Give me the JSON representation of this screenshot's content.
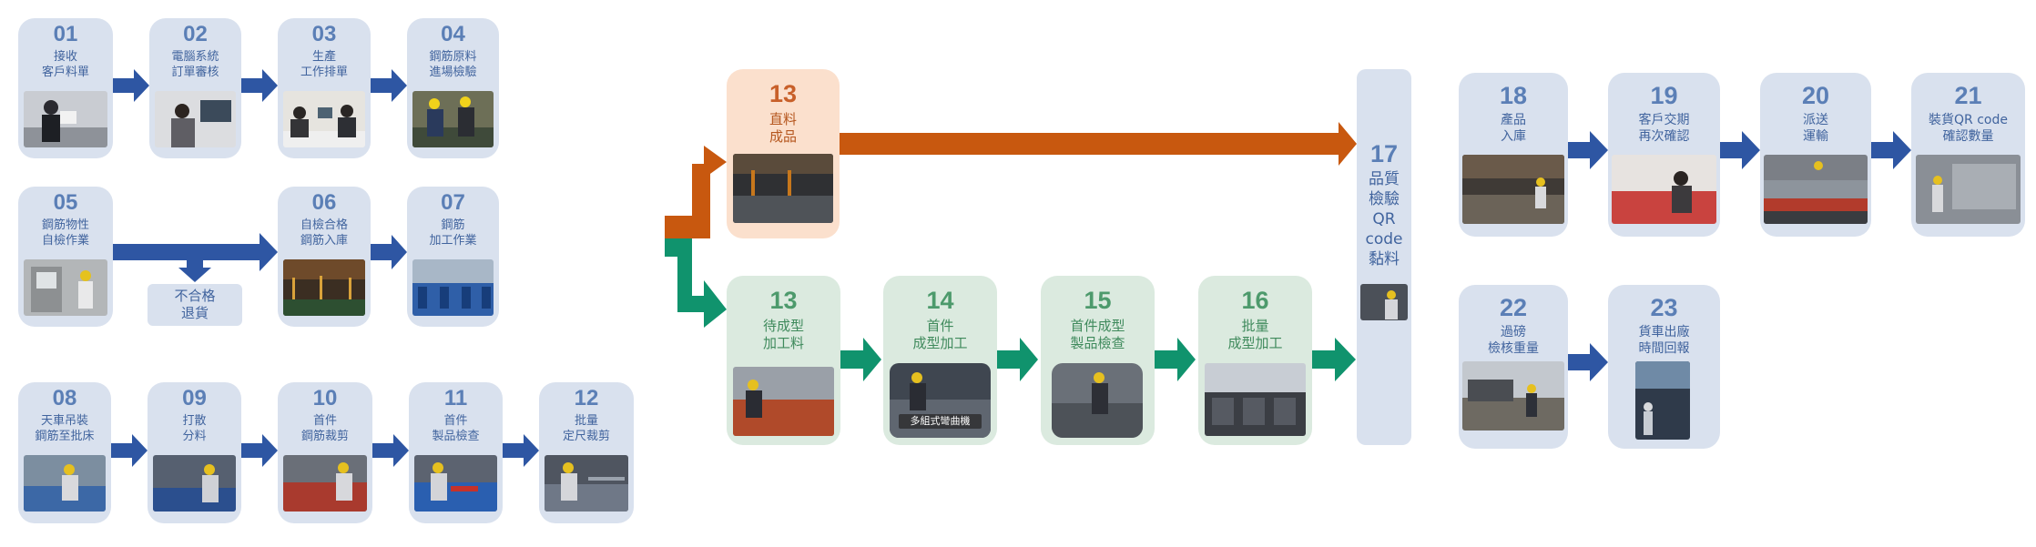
{
  "colors": {
    "blue_card": "#d9e1ee",
    "green_card": "#dbeadf",
    "orange_card": "#fbe0cd",
    "blue_arrow": "#2e56a3",
    "green_arrow": "#10936d",
    "orange_arrow": "#c8580f"
  },
  "steps": {
    "s01": {
      "num": "01",
      "label": "接收\n客戶料單"
    },
    "s02": {
      "num": "02",
      "label": "電腦系統\n訂單審核"
    },
    "s03": {
      "num": "03",
      "label": "生產\n工作排單"
    },
    "s04": {
      "num": "04",
      "label": "鋼筋原料\n進場檢驗"
    },
    "s05": {
      "num": "05",
      "label": "鋼筋物性\n自檢作業"
    },
    "s06": {
      "num": "06",
      "label": "自檢合格\n鋼筋入庫"
    },
    "s07": {
      "num": "07",
      "label": "鋼筋\n加工作業"
    },
    "s08": {
      "num": "08",
      "label": "天車吊裝\n鋼筋至批床"
    },
    "s09": {
      "num": "09",
      "label": "打散\n分料"
    },
    "s10": {
      "num": "10",
      "label": "首件\n鋼筋裁剪"
    },
    "s11": {
      "num": "11",
      "label": "首件\n製品檢查"
    },
    "s12": {
      "num": "12",
      "label": "批量\n定尺裁剪"
    },
    "s13a": {
      "num": "13",
      "label": "直料\n成品"
    },
    "s13b": {
      "num": "13",
      "label": "待成型\n加工料"
    },
    "s14": {
      "num": "14",
      "label": "首件\n成型加工",
      "badge": "多組式彎曲機"
    },
    "s15": {
      "num": "15",
      "label": "首件成型\n製品檢查"
    },
    "s16": {
      "num": "16",
      "label": "批量\n成型加工"
    },
    "s17": {
      "num": "17",
      "label": "品質\n檢驗\nQR\ncode\n黏料"
    },
    "s18": {
      "num": "18",
      "label": "產品\n入庫"
    },
    "s19": {
      "num": "19",
      "label": "客戶交期\n再次確認"
    },
    "s20": {
      "num": "20",
      "label": "派送\n運輸"
    },
    "s21": {
      "num": "21",
      "label": "裝貨QR code\n確認數量"
    },
    "s22": {
      "num": "22",
      "label": "過磅\n檢核重量"
    },
    "s23": {
      "num": "23",
      "label": "貨車出廠\n時間回報"
    }
  },
  "reject": {
    "label": "不合格\n退貨"
  },
  "photo_icons": {
    "s01": "person-with-documents-photo",
    "s02": "office-computer-photo",
    "s03": "meeting-photo",
    "s04": "workers-inspecting-photo",
    "s05": "lab-testing-photo",
    "s06": "rebar-warehouse-photo",
    "s07": "machinery-photo",
    "s08": "crane-loading-photo",
    "s09": "sorting-rebar-photo",
    "s10": "cutting-photo",
    "s11": "inspection-photo",
    "s12": "batch-cutting-photo",
    "s13a": "straight-rebar-stock-photo",
    "s13b": "rebar-bed-photo",
    "s14": "bending-machine-photo",
    "s15": "formed-inspection-photo",
    "s16": "formed-rebar-bundles-photo",
    "s17": "qr-labelling-photo",
    "s18": "storage-yard-photo",
    "s19": "office-phone-photo",
    "s20": "truck-loading-photo",
    "s21": "qr-scanning-photo",
    "s22": "weighbridge-photo",
    "s23": "truck-gate-photo"
  }
}
